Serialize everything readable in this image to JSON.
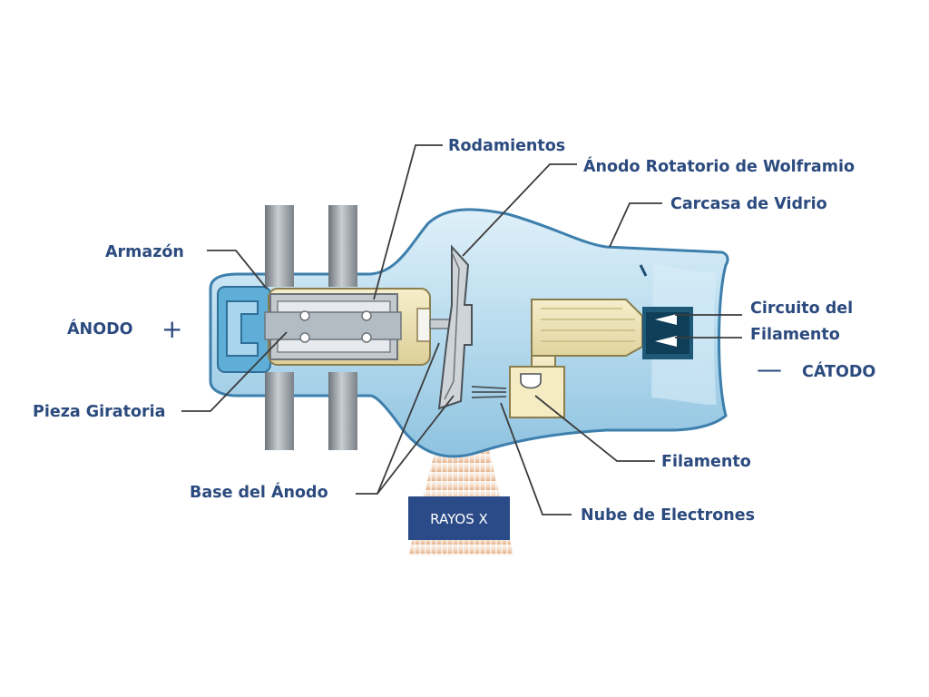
{
  "labels": {
    "rodamientos": "Rodamientos",
    "anodo_rotatorio": "Ánodo Rotatorio de Wolframio",
    "carcasa": "Carcasa de Vidrio",
    "armazon": "Armazón",
    "anodo": "ÁNODO",
    "circuito_1": "Circuito del",
    "circuito_2": "Filamento",
    "catodo": "CÁTODO",
    "pieza_giratoria": "Pieza Giratoria",
    "filamento": "Filamento",
    "base_anodo": "Base del Ánodo",
    "nube": "Nube de Electrones",
    "rayos_x": "RAYOS X"
  },
  "symbols": {
    "plus": "+",
    "minus": "—"
  },
  "colors": {
    "label_text": "#2b4a7e",
    "glass": "#b9dcef",
    "glass_edge": "#3d7fad",
    "metal": "#9aa0a6",
    "cathode_cup": "#efe4b4",
    "xray_box": "#2a4a88",
    "xray_beam": "#e6b890"
  }
}
